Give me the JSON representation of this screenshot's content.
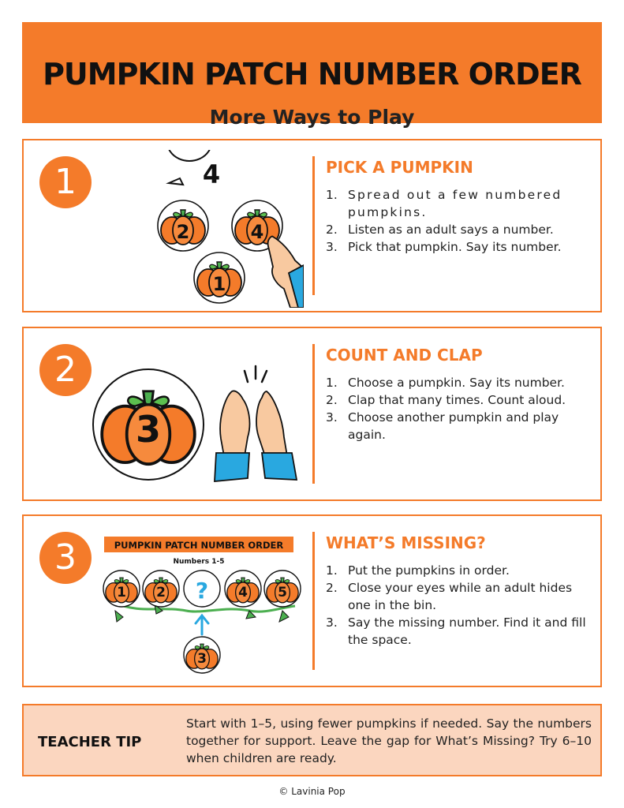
{
  "header": {
    "title": "PUMPKIN PATCH NUMBER ORDER",
    "subtitle": "More Ways to Play"
  },
  "colors": {
    "accent": "#f47b2a",
    "tip_bg": "#fbd6bf",
    "skin": "#f8c9a0",
    "sleeve": "#29a8e0",
    "leaf": "#4caf50"
  },
  "cards": [
    {
      "number": "1",
      "title": "PICK A PUMPKIN",
      "steps": [
        {
          "n": "1.",
          "text": "Spread out a few numbered pumpkins."
        },
        {
          "n": "2.",
          "text": "Listen as an adult says a number."
        },
        {
          "n": "3.",
          "text": "Pick that pumpkin. Say its number."
        }
      ],
      "art": {
        "bubble": "4",
        "pumpkins": [
          "2",
          "4",
          "1"
        ]
      }
    },
    {
      "number": "2",
      "title": "COUNT AND CLAP",
      "steps": [
        {
          "n": "1.",
          "text": "Choose a pumpkin. Say its number."
        },
        {
          "n": "2.",
          "text": "Clap that many times. Count aloud."
        },
        {
          "n": "3.",
          "text": "Choose another pumpkin and play again."
        }
      ],
      "art": {
        "pumpkin": "3"
      }
    },
    {
      "number": "3",
      "title": "WHAT’S MISSING?",
      "steps": [
        {
          "n": "1.",
          "text": "Put the pumpkins in order."
        },
        {
          "n": "2.",
          "text": "Close your eyes while an adult hides one in the bin."
        },
        {
          "n": "3.",
          "text": "Say the missing number. Find it and fill the space."
        }
      ],
      "art": {
        "banner": "PUMPKIN PATCH NUMBER ORDER",
        "banner_sub": "Numbers 1-5",
        "row": [
          "1",
          "2",
          "?",
          "4",
          "5"
        ],
        "missing": "3"
      }
    }
  ],
  "tip": {
    "label": "TEACHER TIP",
    "text": "Start with 1–5, using fewer pumpkins if needed. Say the numbers together for support. Leave the gap for What’s Missing? Try 6–10 when children are ready."
  },
  "footer": "© Lavinia Pop"
}
